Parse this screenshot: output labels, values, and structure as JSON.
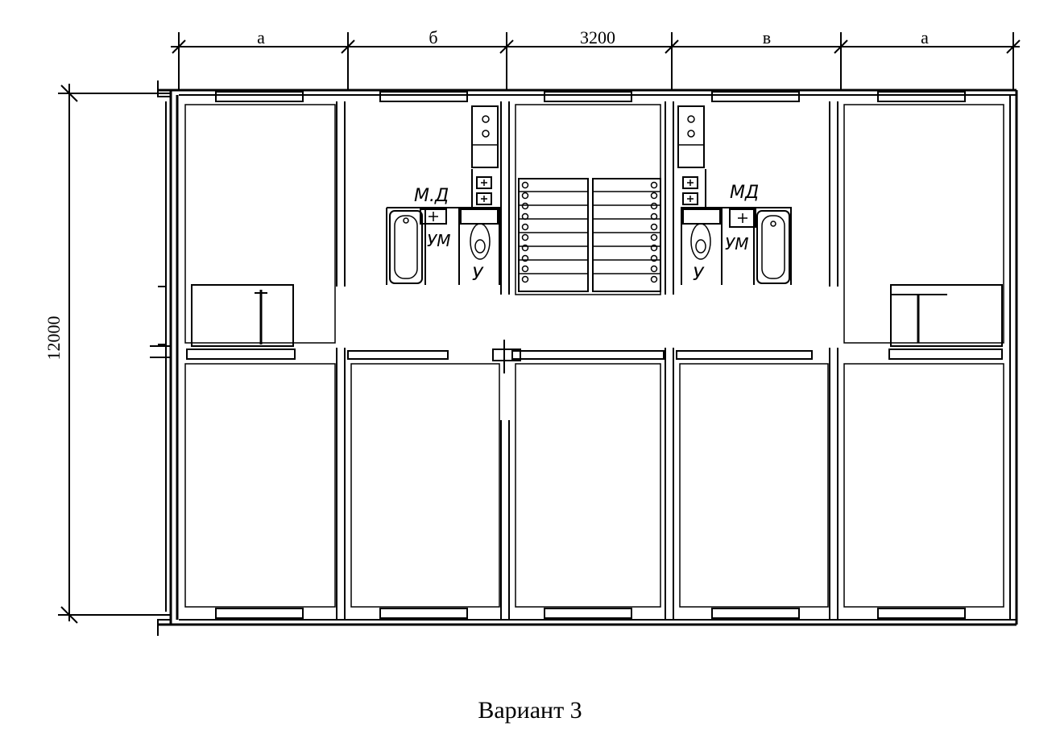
{
  "dimensions": {
    "top": [
      "а",
      "б",
      "3200",
      "в",
      "а"
    ],
    "left": "12000"
  },
  "labels": {
    "kitchen": "М.Д",
    "kitchen_right": "МД",
    "sink": "УМ",
    "toilet": "У"
  },
  "caption": "Вариант 3"
}
